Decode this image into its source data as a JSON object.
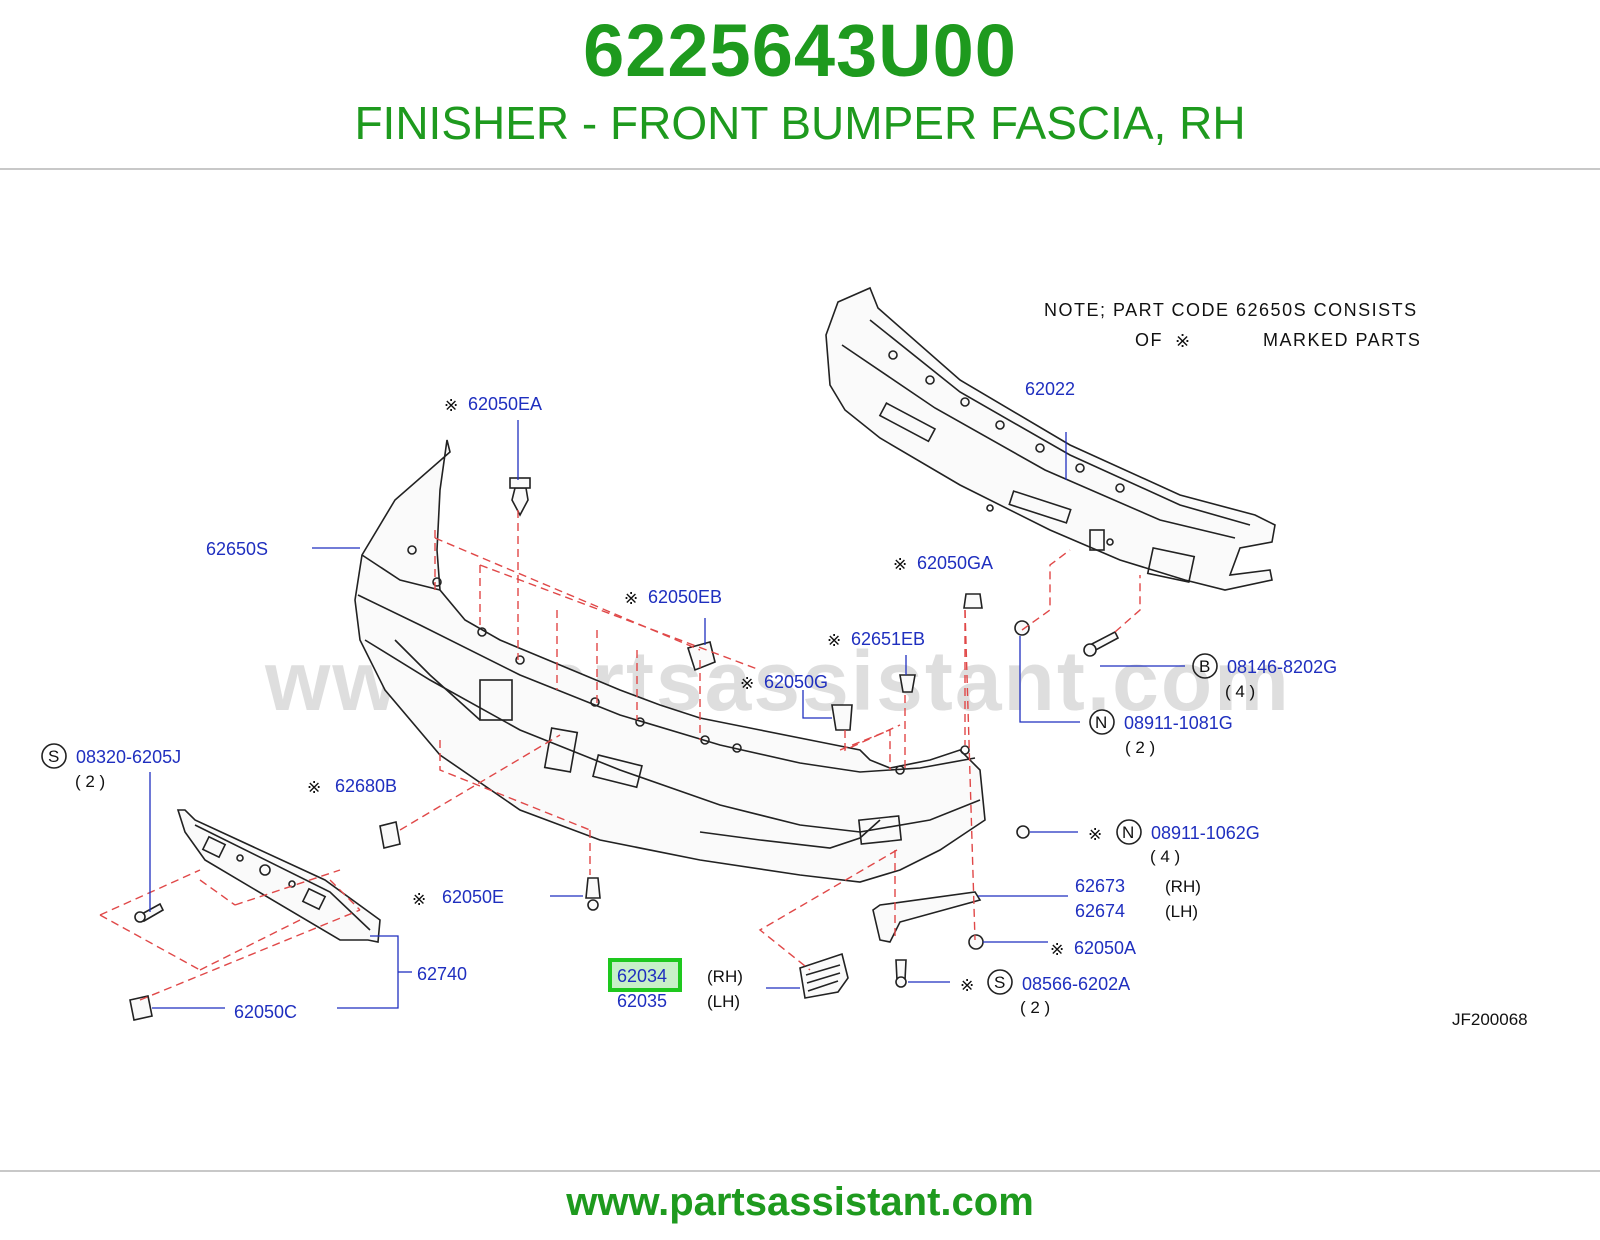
{
  "header": {
    "part_number": "6225643U00",
    "part_name": "FINISHER - FRONT BUMPER FASCIA, RH"
  },
  "footer": {
    "website": "www.partsassistant.com"
  },
  "diagram": {
    "watermark": "www.partsassistant.com",
    "note_line1": "NOTE;  PART  CODE  62650S  CONSISTS",
    "note_of": "OF",
    "note_marked": "MARKED  PARTS",
    "marker_symbol": "※",
    "diagram_code": "JF200068",
    "highlight_color": "#1ec81e",
    "labels": {
      "p62022": "62022",
      "p62050EA": "62050EA",
      "p62650S": "62650S",
      "p62050GA": "62050GA",
      "p62050EB": "62050EB",
      "p62651EB": "62651EB",
      "p62050G": "62050G",
      "p08146": "08146-8202G",
      "p08146_qty": "( 4 )",
      "p08911_1081": "08911-1081G",
      "p08911_1081_qty": "( 2 )",
      "p08320": "08320-6205J",
      "p08320_qty": "( 2 )",
      "p62680B": "62680B",
      "p08911_1062": "08911-1062G",
      "p08911_1062_qty": "( 4 )",
      "p62673": "62673",
      "p62673_side": "(RH)",
      "p62674": "62674",
      "p62674_side": "(LH)",
      "p62050E": "62050E",
      "p62050A": "62050A",
      "p62740": "62740",
      "p62034": "62034",
      "p62034_side": "(RH)",
      "p62035": "62035",
      "p62035_side": "(LH)",
      "p08566": "08566-6202A",
      "p08566_qty": "( 2 )",
      "p62050C": "62050C"
    },
    "circle_letters": {
      "b": "B",
      "n": "N",
      "s": "S"
    }
  }
}
